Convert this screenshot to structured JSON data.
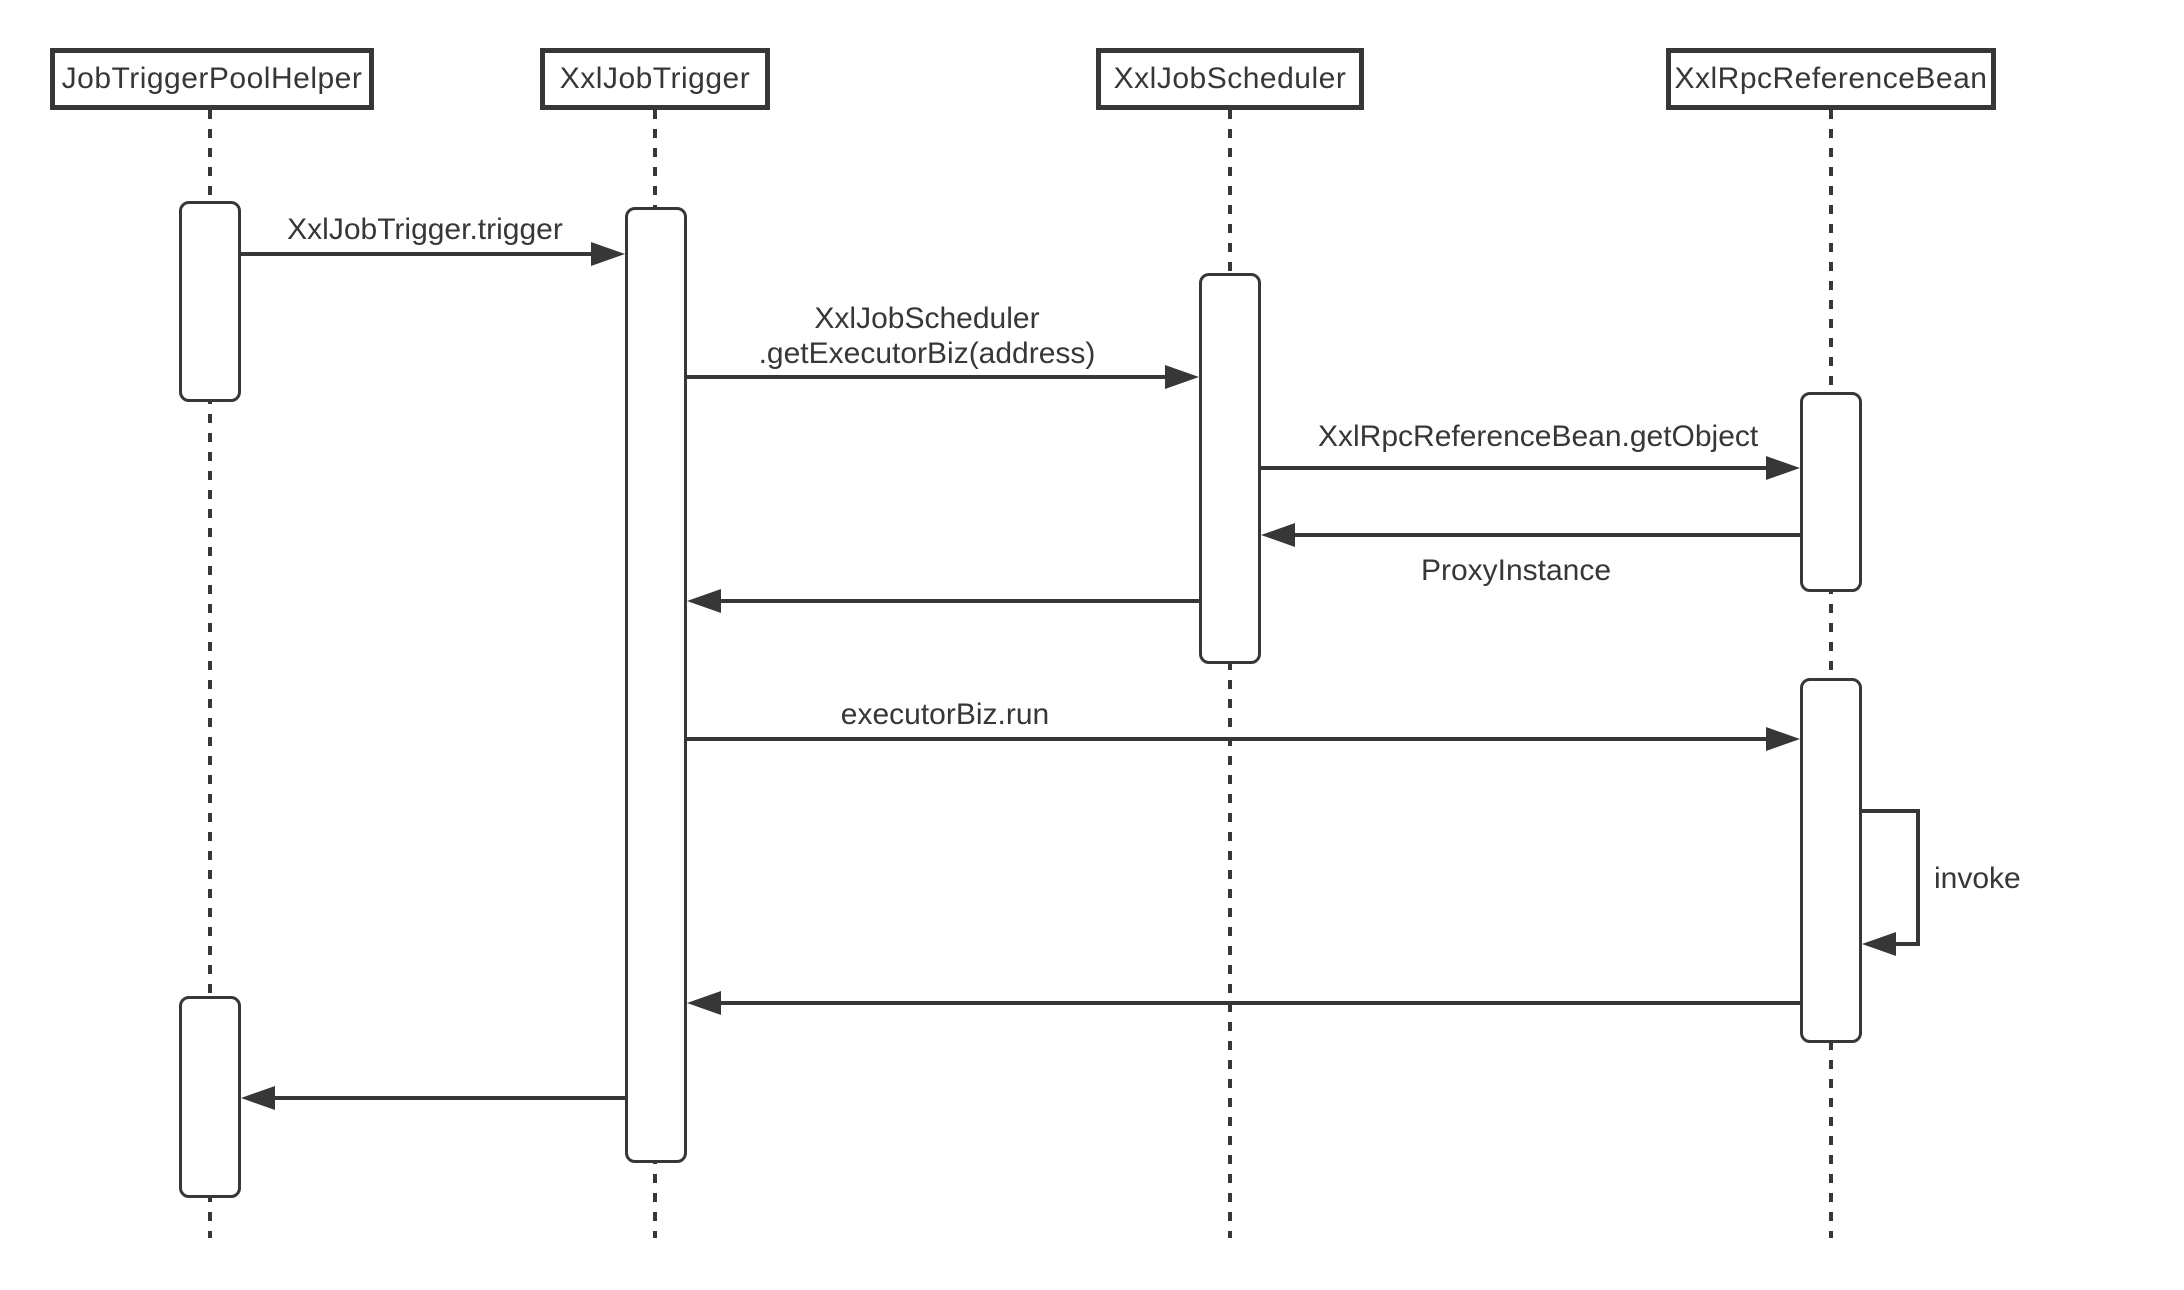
{
  "actors": [
    {
      "name": "JobTriggerPoolHelper"
    },
    {
      "name": "XxlJobTrigger"
    },
    {
      "name": "XxlJobScheduler"
    },
    {
      "name": "XxlRpcReferenceBean"
    }
  ],
  "messages": [
    {
      "id": "m1",
      "from": "JobTriggerPoolHelper",
      "to": "XxlJobTrigger",
      "kind": "call",
      "label": "XxlJobTrigger.trigger"
    },
    {
      "id": "m2",
      "from": "XxlJobTrigger",
      "to": "XxlJobScheduler",
      "kind": "call",
      "label_line1": "XxlJobScheduler",
      "label_line2": ".getExecutorBiz(address)"
    },
    {
      "id": "m3",
      "from": "XxlJobScheduler",
      "to": "XxlRpcReferenceBean",
      "kind": "call",
      "label": "XxlRpcReferenceBean.getObject"
    },
    {
      "id": "m4",
      "from": "XxlRpcReferenceBean",
      "to": "XxlJobScheduler",
      "kind": "return",
      "label": "ProxyInstance"
    },
    {
      "id": "m5",
      "from": "XxlJobScheduler",
      "to": "XxlJobTrigger",
      "kind": "return",
      "label": ""
    },
    {
      "id": "m6",
      "from": "XxlJobTrigger",
      "to": "XxlRpcReferenceBean",
      "kind": "call",
      "label": "executorBiz.run"
    },
    {
      "id": "m7",
      "from": "XxlRpcReferenceBean",
      "to": "XxlRpcReferenceBean",
      "kind": "self-call",
      "label": "invoke"
    },
    {
      "id": "m8",
      "from": "XxlRpcReferenceBean",
      "to": "XxlJobTrigger",
      "kind": "return",
      "label": ""
    },
    {
      "id": "m9",
      "from": "XxlJobTrigger",
      "to": "JobTriggerPoolHelper",
      "kind": "return",
      "label": ""
    }
  ],
  "colors": {
    "stroke": "#373737",
    "background": "#ffffff"
  }
}
